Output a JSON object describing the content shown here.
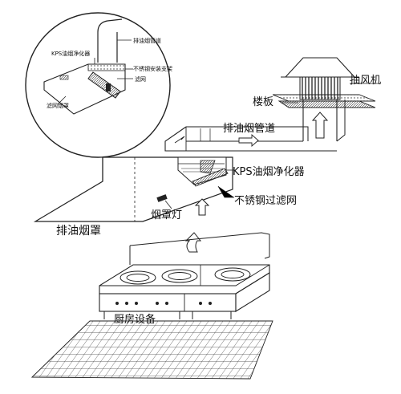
{
  "labels": {
    "fan": "抽风机",
    "floor": "楼板",
    "exhaust_duct": "排油烟管道",
    "purifier": "KPS油烟净化器",
    "filter": "不锈钢过滤网",
    "hood": "排油烟罩",
    "hood_lamp": "烟罩灯",
    "kitchen_equipment": "厨房设备"
  },
  "inset_labels": {
    "duct": "排油烟管道",
    "purifier": "KPS油烟净化器",
    "bracket": "不锈钢安装支架",
    "filter": "滤网",
    "hood": "滤网烟罩"
  }
}
